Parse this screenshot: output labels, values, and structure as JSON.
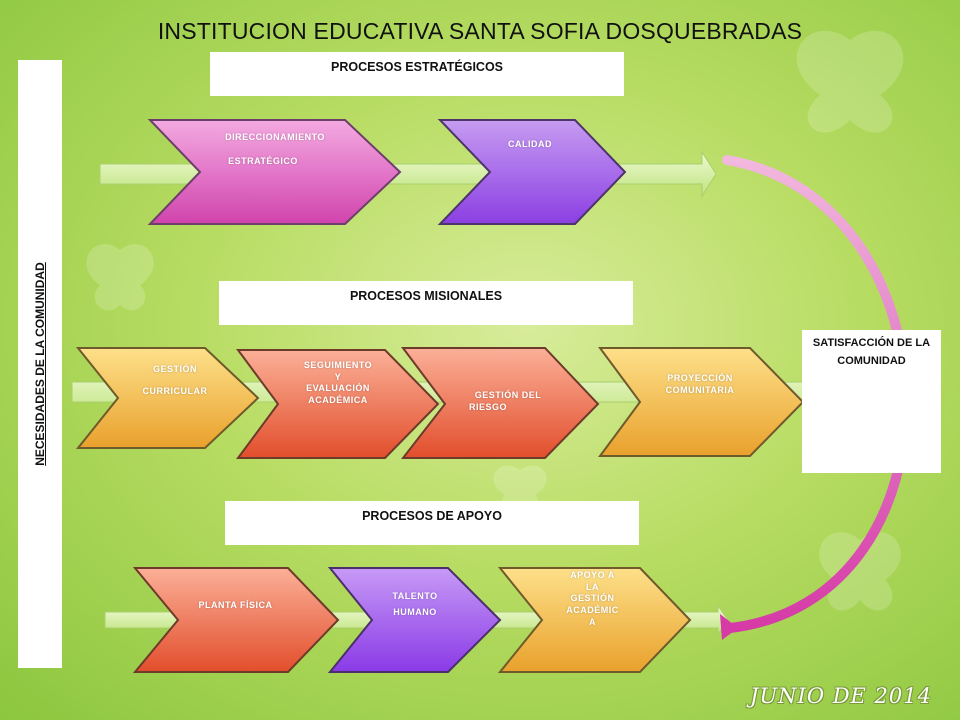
{
  "title": "INSTITUCION EDUCATIVA SANTA SOFIA DOSQUEBRADAS",
  "sidebar_label": "NECESIDADES DE LA COMUNIDAD",
  "sections": {
    "strategic": "PROCESOS ESTRATÉGICOS",
    "missional": "PROCESOS MISIONALES",
    "support": "PROCESOS DE APOYO"
  },
  "outcome": "SATISFACCIÓN DE LA COMUNIDAD",
  "processes": {
    "direccionamiento": [
      "DIRECCIONAMIENTO",
      "ESTRATÉGICO"
    ],
    "calidad": [
      "CALIDAD"
    ],
    "gestion_curricular": [
      "GESTIÓN",
      "CURRICULAR"
    ],
    "seguimiento": [
      "SEGUIMIENTO",
      "Y",
      "EVALUACIÓN",
      "ACADÉMICA"
    ],
    "gestion_riesgo": [
      "GESTIÓN DEL",
      "RIESGO"
    ],
    "proyeccion": [
      "PROYECCIÓN",
      "COMUNITARIA"
    ],
    "planta_fisica": [
      "PLANTA FÍSICA"
    ],
    "talento_humano": [
      "TALENTO",
      "HUMANO"
    ],
    "apoyo_gestion": [
      "APOYO A",
      "LA",
      "GESTIÓN",
      "ACADÉMIC",
      "A"
    ]
  },
  "footer": "JUNIO DE 2014",
  "colors": {
    "pink": "#e04fbf",
    "purple": "#9a4be8",
    "orange": "#f2a83a",
    "red": "#ec5f3c",
    "arrow_green": "#d6f0a6"
  }
}
